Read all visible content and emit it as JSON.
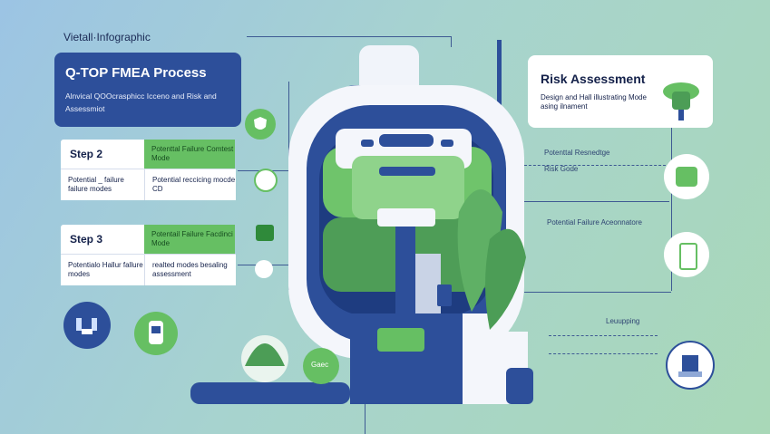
{
  "header": {
    "label": "Vietall·Infographic"
  },
  "title_box": {
    "title": "Q-TOP FMEA Process",
    "subtitle": "Alnvical QOOcrasphicc Icceno and Risk and Assessmiot"
  },
  "steps": [
    {
      "name": "Step 2",
      "top_right": "Potenttal Failure Comtest Mode",
      "bottom_left": "Potential _ failure failure modes",
      "bottom_right": "Potential reccicing mocde CD"
    },
    {
      "name": "Step 3",
      "top_right": "Potentail Failure Facdinci Mode",
      "bottom_left": "Potentialo Hallur fallure modes",
      "bottom_right": "realted modes besaling assessment"
    }
  ],
  "risk_box": {
    "title": "Risk Assessment",
    "subtitle": "Design and Hall illustrating Mode asing ilnament"
  },
  "right_labels": {
    "l1": "Potenttal Resnedtge",
    "l2": "Risk Gode",
    "l3": "Potential Failure Aceonnatore",
    "l4": "Leuupping"
  },
  "badge": {
    "text": "Gaec"
  },
  "colors": {
    "navy": "#2d4f9a",
    "green": "#66bf63",
    "white": "#ffffff",
    "text": "#14214a"
  }
}
